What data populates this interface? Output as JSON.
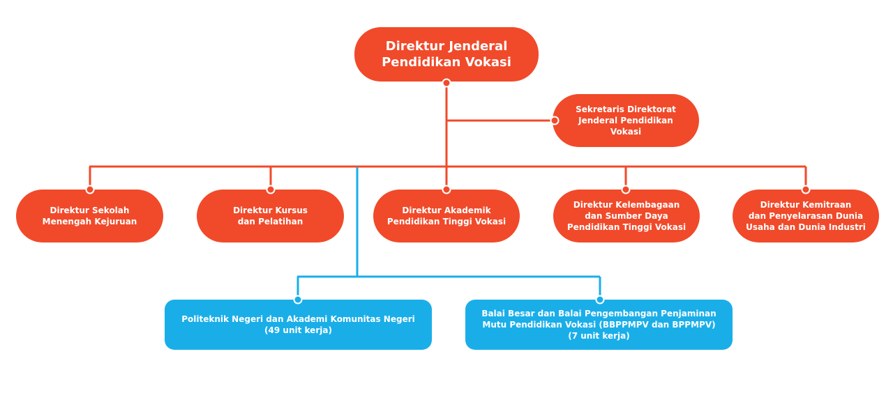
{
  "colors": {
    "red": "#f04a2a",
    "blue": "#1aaee9"
  },
  "root": {
    "label": "Direktur Jenderal\nPendidikan Vokasi"
  },
  "secretary": {
    "label": "Sekretaris Direktorat\nJenderal Pendidikan\nVokasi"
  },
  "directors": [
    {
      "label": "Direktur Sekolah\nMenengah Kejuruan"
    },
    {
      "label": "Direktur Kursus\ndan Pelatihan"
    },
    {
      "label": "Direktur Akademik\nPendidikan Tinggi Vokasi"
    },
    {
      "label": "Direktur Kelembagaan\ndan Sumber Daya\nPendidikan Tinggi Vokasi"
    },
    {
      "label": "Direktur Kemitraan\ndan Penyelarasan Dunia\nUsaha dan Dunia Industri"
    }
  ],
  "units": [
    {
      "label": "Politeknik Negeri dan Akademi Komunitas Negeri\n(49 unit kerja)"
    },
    {
      "label": "Balai Besar dan Balai Pengembangan Penjaminan\nMutu Pendidikan Vokasi (BBPPMPV dan BPPMPV)\n(7 unit kerja)"
    }
  ]
}
